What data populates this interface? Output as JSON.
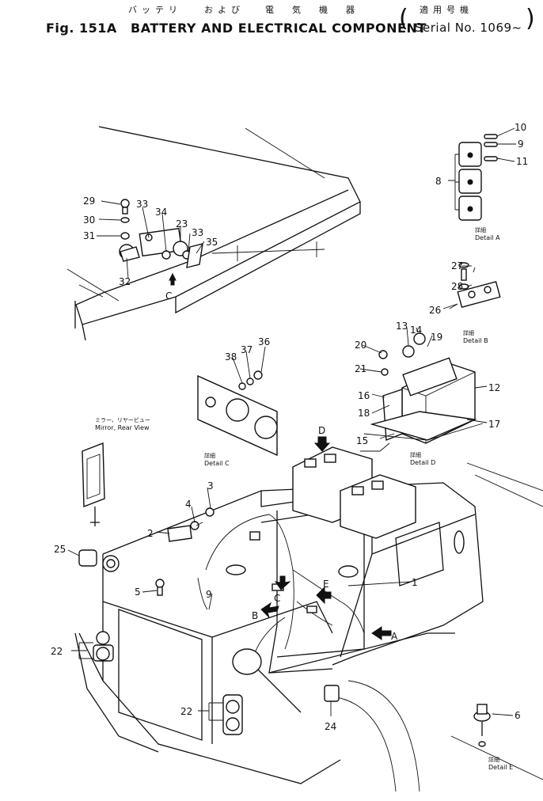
{
  "header": {
    "title_jp_1": "バッテリ",
    "title_jp_2": "および",
    "title_jp_3": "電　気　機　器",
    "title_jp_4": "適用号機",
    "fig_label": "Fig. 151A",
    "title_en": "BATTERY AND ELECTRICAL COMPONENT",
    "serial": "Serial No. 1069~"
  },
  "callouts": {
    "c1": "1",
    "c2": "2",
    "c3": "3",
    "c4": "4",
    "c5": "5",
    "c6": "6",
    "c8": "8",
    "c9": "9",
    "c9b": "9",
    "c10": "10",
    "c11": "11",
    "c12": "12",
    "c13": "13",
    "c14": "14",
    "c15": "15",
    "c16": "16",
    "c17": "17",
    "c18": "18",
    "c19": "19",
    "c20": "20",
    "c21": "21",
    "c22": "22",
    "c22b": "22",
    "c23": "23",
    "c24": "24",
    "c25": "25",
    "c26": "26",
    "c27": "27",
    "c28": "28",
    "c29": "29",
    "c30": "30",
    "c31": "31",
    "c32": "32",
    "c33": "33",
    "c33b": "33",
    "c34": "34",
    "c35": "35",
    "c36": "36",
    "c37": "37",
    "c38": "38"
  },
  "details": {
    "a_jp": "詳細",
    "a_en": "Detail A",
    "b_jp": "詳細",
    "b_en": "Detail B",
    "c_jp": "詳細",
    "c_en": "Detail C",
    "d_jp": "詳細",
    "d_en": "Detail D",
    "e_jp": "詳細",
    "e_en": "Detail E"
  },
  "mirror": {
    "jp": "ミラー、リヤービュー",
    "en": "Mirror, Rear View"
  },
  "view_letters": {
    "a": "A",
    "b": "B",
    "c": "C",
    "d": "D",
    "e": "E"
  }
}
